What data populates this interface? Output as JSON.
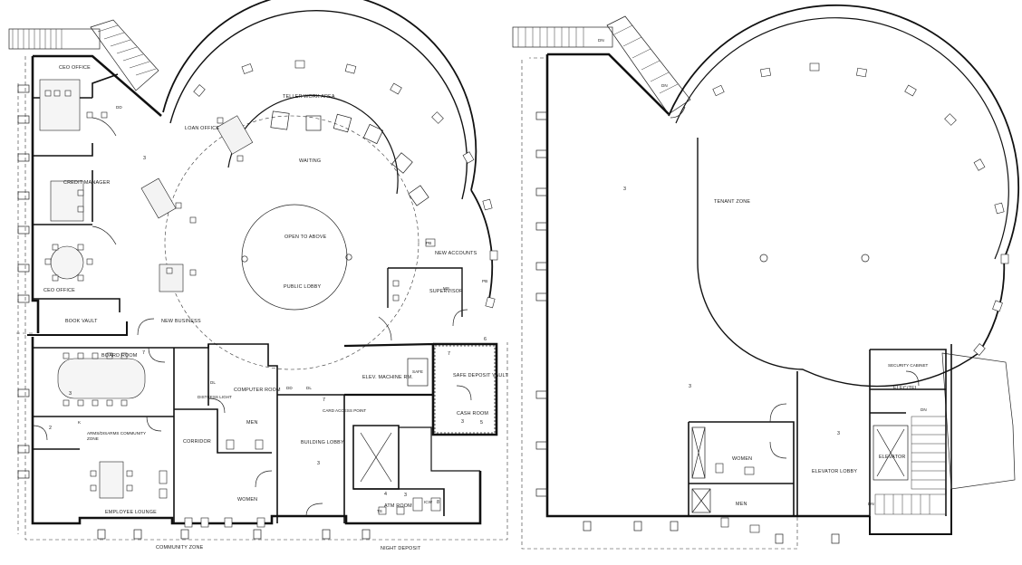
{
  "ground_floor": {
    "rooms": {
      "ceo_office_top": "CEO OFFICE",
      "loan_office": "LOAN OFFICE",
      "teller_work_area": "TELLER WORK AREA",
      "waiting": "WAITING",
      "credit_manager": "CREDIT MANAGER",
      "open_to_above": "OPEN TO ABOVE",
      "new_accounts": "NEW ACCOUNTS",
      "ceo_office_bottom": "CEO OFFICE",
      "public_lobby": "PUBLIC LOBBY",
      "supervisor": "SUPERVISOR",
      "book_vault": "BOOK VAULT",
      "new_business": "NEW BUSINESS",
      "board_room": "BOARD ROOM",
      "computer_room": "COMPUTER ROOM",
      "distress_light": "DISTRESS LIGHT",
      "elev_machine_rm": "ELEV. MACHINE RM.",
      "safe_deposit_vault": "SAFE DEPOSIT VAULT",
      "card_access_point": "CARD ACCESS POINT",
      "cash_room": "CASH ROOM",
      "men": "MEN",
      "arms_disarms": "ARMS/DISARMS COMMUNITY",
      "zone": "ZONE",
      "corridor": "CORRIDOR",
      "building_lobby": "BUILDING LOBBY",
      "women": "WOMEN",
      "atm_room": "ATM ROOM",
      "employee_lounge": "EMPLOYEE LOUNGE",
      "community_zone": "COMMUNITY ZONE",
      "night_deposit": "NIGHT DEPOSIT"
    },
    "tags": {
      "dd": "DD",
      "dl": "DL",
      "pb": "PB",
      "tr": "TR",
      "sd": "SD",
      "k": "K",
      "ms": "MS",
      "ts": "TS",
      "icw": "ICW",
      "safe": "SAFE"
    },
    "zone_numbers": {
      "z3": "3",
      "z7": "7",
      "z2": "2",
      "z4": "4",
      "z5": "5",
      "z6": "6",
      "z8": "8"
    }
  },
  "upper_floor": {
    "rooms": {
      "tenant_zone": "TENANT ZONE",
      "security_cabinet": "SECURITY CABINET",
      "elec_tel": "ELEC/TEL.",
      "women": "WOMEN",
      "men": "MEN",
      "elevator_lobby": "ELEVATOR LOBBY",
      "elevator": "ELEVATOR"
    },
    "tags": {
      "dn": "DN"
    },
    "zone_numbers": {
      "z3": "3"
    }
  }
}
